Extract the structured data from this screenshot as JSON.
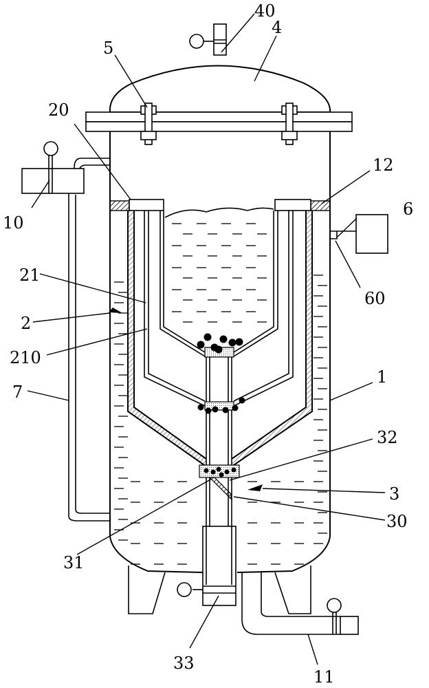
{
  "labels": [
    {
      "id": "40",
      "text": "40"
    },
    {
      "id": "4",
      "text": "4"
    },
    {
      "id": "5",
      "text": "5"
    },
    {
      "id": "20",
      "text": "20"
    },
    {
      "id": "12",
      "text": "12"
    },
    {
      "id": "10",
      "text": "10"
    },
    {
      "id": "6",
      "text": "6"
    },
    {
      "id": "60",
      "text": "60"
    },
    {
      "id": "21",
      "text": "21"
    },
    {
      "id": "2",
      "text": "2"
    },
    {
      "id": "210",
      "text": "210"
    },
    {
      "id": "7",
      "text": "7"
    },
    {
      "id": "1",
      "text": "1"
    },
    {
      "id": "32",
      "text": "32"
    },
    {
      "id": "3",
      "text": "3"
    },
    {
      "id": "30",
      "text": "30"
    },
    {
      "id": "31",
      "text": "31"
    },
    {
      "id": "33",
      "text": "33"
    },
    {
      "id": "11",
      "text": "11"
    }
  ]
}
